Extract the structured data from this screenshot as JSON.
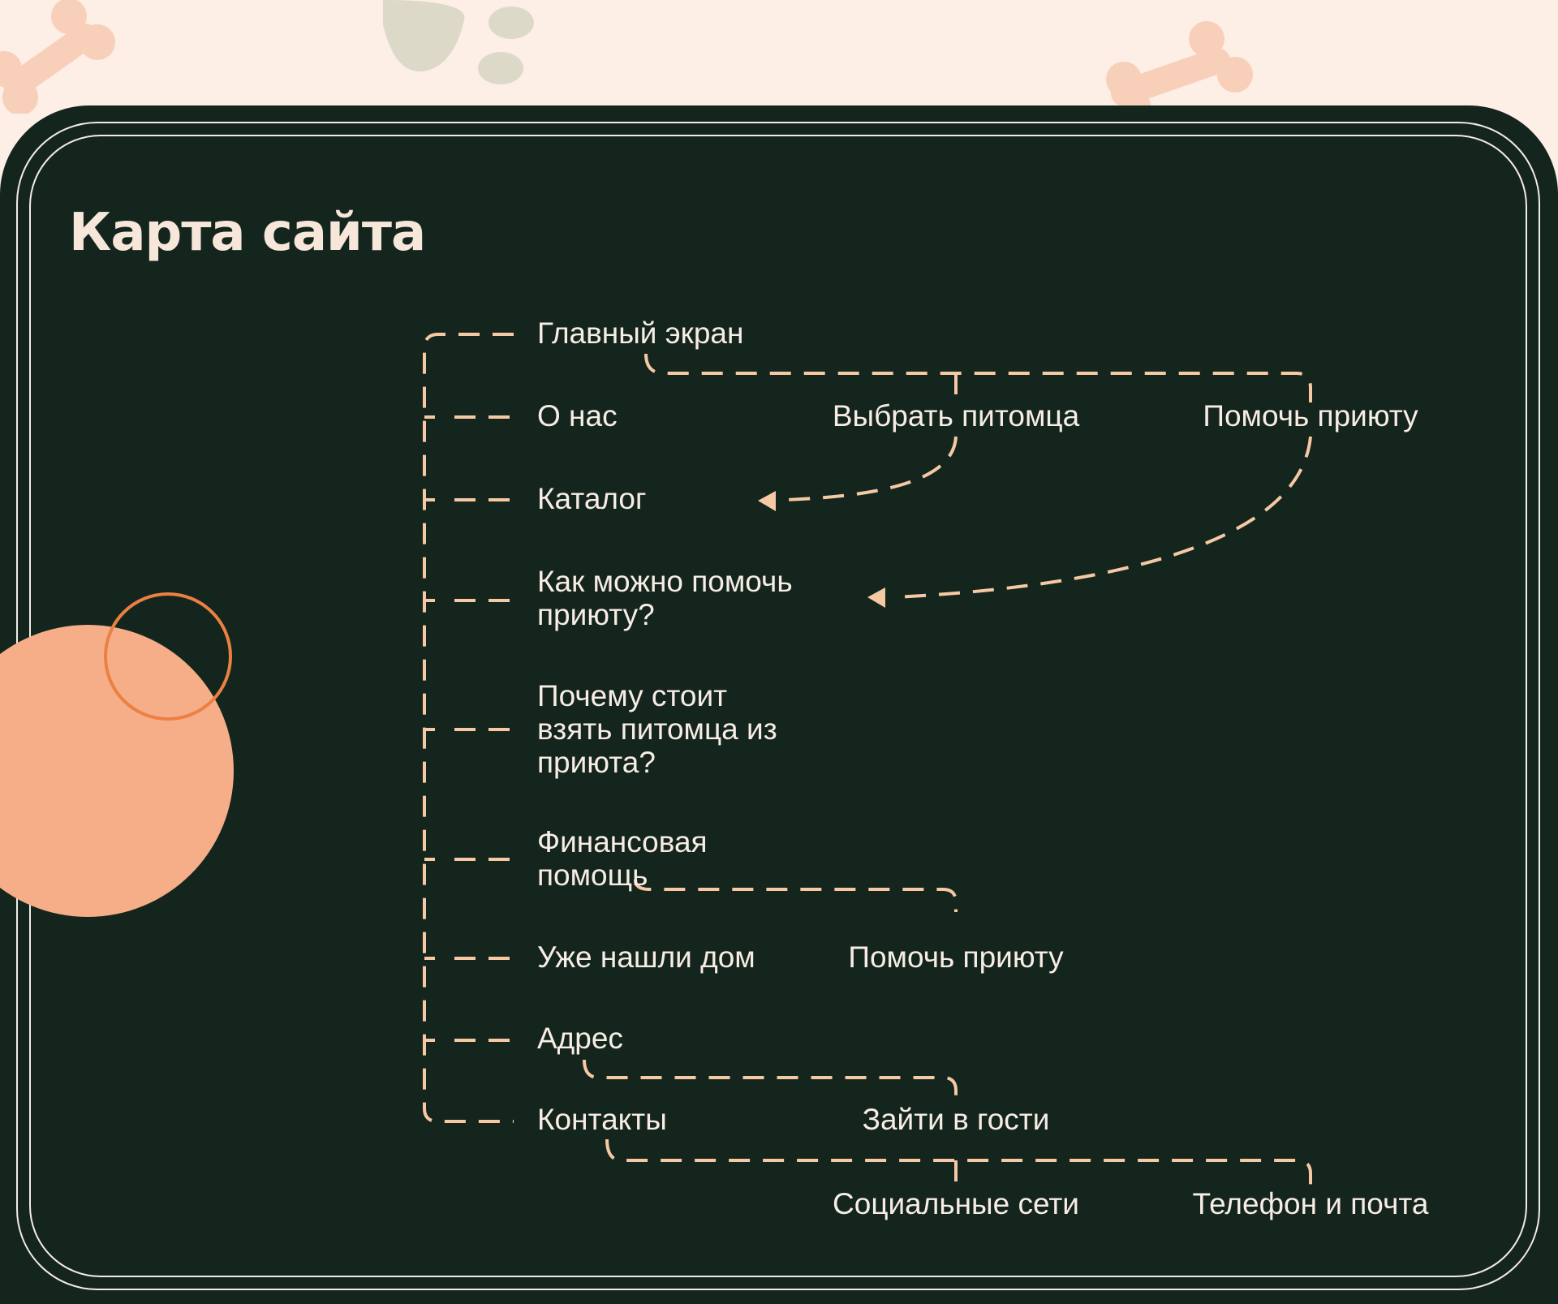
{
  "title": "Карта сайта",
  "colors": {
    "background": "#fdeee6",
    "card": "#14251e",
    "accent": "#f5ae88",
    "line": "#f6c9a4",
    "orange": "#ec8042",
    "text": "#f7ede4"
  },
  "decorations": [
    "bone-icon",
    "paw-icon",
    "bone-icon"
  ],
  "main_items": [
    {
      "label": "Главный экран"
    },
    {
      "label": "О нас"
    },
    {
      "label": "Каталог"
    },
    {
      "label": "Как можно помочь приюту?"
    },
    {
      "label": "Почему стоит взять питомца из приюта?"
    },
    {
      "label": "Финансовая помощь"
    },
    {
      "label": "Уже нашли дом"
    },
    {
      "label": "Адрес"
    },
    {
      "label": "Контакты"
    }
  ],
  "sub_items": {
    "choose_pet": "Выбрать питомца",
    "help_shelter_top": "Помочь приюту",
    "help_shelter_finance": "Помочь приюту",
    "visit": "Зайти в гости",
    "social": "Социальные сети",
    "phone_mail": "Телефон и почта"
  }
}
